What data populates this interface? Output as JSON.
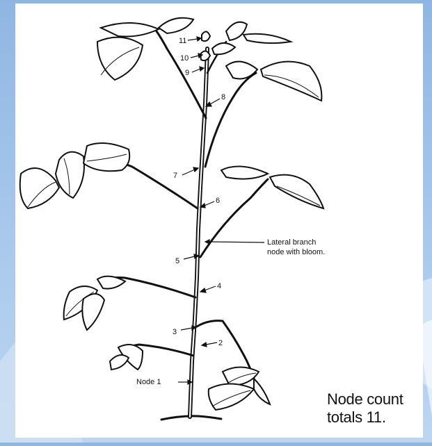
{
  "theme": {
    "background": "#a9c9ec",
    "ink": "#111111"
  },
  "diagram": {
    "nodes": [
      "Node 1",
      "2",
      "3",
      "4",
      "5",
      "6",
      "7",
      "8",
      "9",
      "10",
      "11"
    ],
    "annotation_line1": "Lateral branch",
    "annotation_line2": "node with bloom.",
    "caption_line1": "Node count",
    "caption_line2": "totals 11."
  }
}
